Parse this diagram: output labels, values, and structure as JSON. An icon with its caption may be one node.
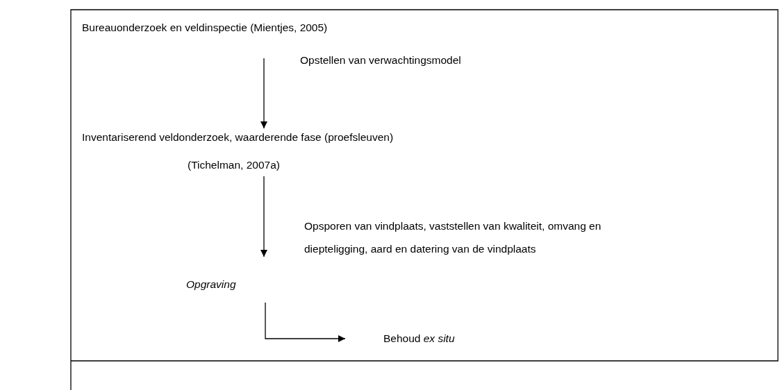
{
  "diagram": {
    "nodes": [
      {
        "text": [
          "Bureauonderzoek en veldinspectie (Mientjes, 2005)"
        ]
      },
      {
        "text": [
          "Inventariserend veldonderzoek, waarderende fase (proefsleuven)",
          "(Tichelman, 2007a)"
        ]
      },
      {
        "text": [
          "Opgraving"
        ]
      },
      {
        "text": [
          "Behoud *ex situ*"
        ]
      }
    ],
    "edges": [
      {
        "from": 0,
        "to": 1,
        "arrow": "to",
        "label": "Opstellen van verwachtingsmodel"
      },
      {
        "from": 1,
        "to": 2,
        "arrow": "to",
        "label": "Opsporen van vindplaats, vaststellen van kwaliteit, omvang en diepteligging, aard en datering van de vindplaats"
      },
      {
        "from": 2,
        "to": 3,
        "arrow": "to"
      }
    ]
  }
}
